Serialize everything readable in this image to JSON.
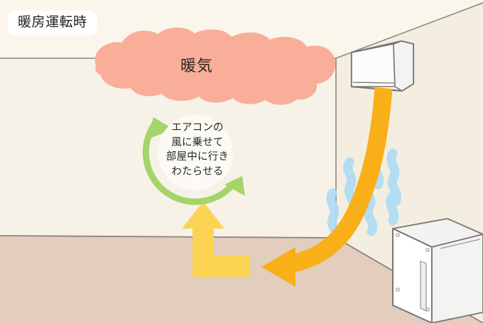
{
  "scene": {
    "title": "暖房運転時",
    "cloud_label": "暖気",
    "circle_lines": [
      "エアコンの",
      "風に乗せて",
      "部屋中に行き",
      "わたらせる"
    ],
    "alt": "暖房運転時の室内の空気の流れの図解"
  },
  "colors": {
    "wall_left": "#F7F2E7",
    "wall_right": "#F6F1E4",
    "ceiling": "#FAF6EC",
    "floor": "#E3CDBC",
    "warm_cloud": "#F9AE99",
    "green_arrow": "#A5D469",
    "orange_arrow": "#F9AF18",
    "yellow_arrow": "#FBD453",
    "cold_air": "#AEDCF5",
    "outline": "#7A7472",
    "text": "#2b2623",
    "badge_bg": "#FFFFFF"
  },
  "elements": {
    "air_conditioner": "wall-mounted-air-conditioner",
    "heater": "floor-panel-heater",
    "warm_air_cloud": "warm-air-cloud",
    "cold_air_streaks": "cold-air-streaks",
    "circulation_arrows": "green-circulation-arrows",
    "ac_airflow_arrow": "orange-airflow-arrow",
    "rising_warm_arrow": "yellow-rising-arrow"
  }
}
